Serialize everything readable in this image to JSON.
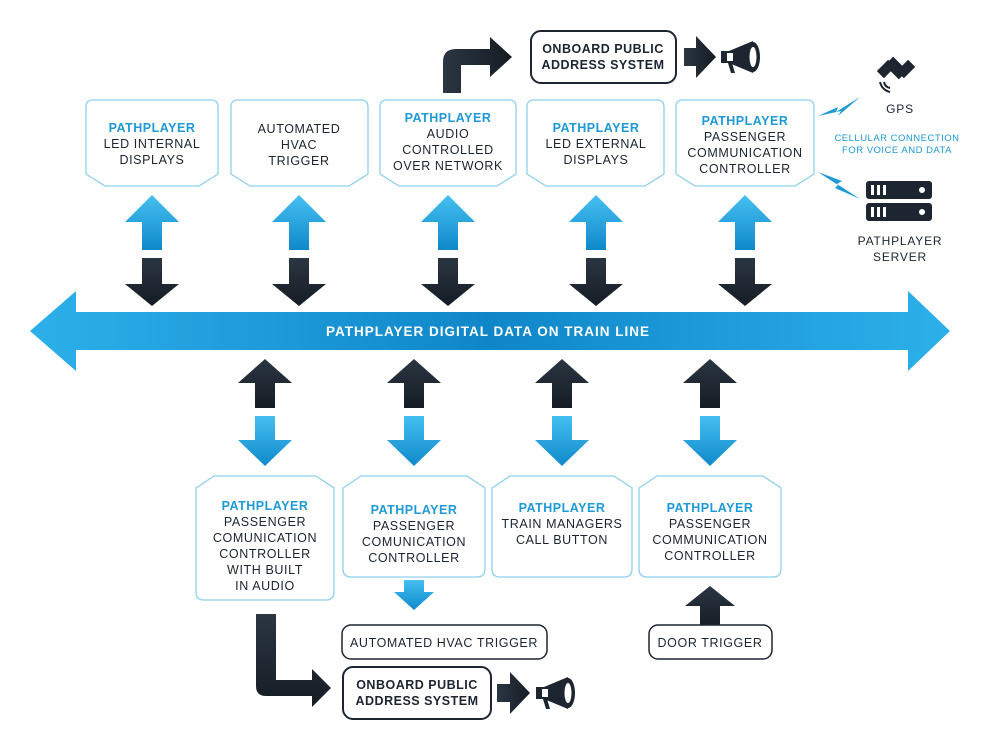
{
  "bus": {
    "label": "PATHPLAYER DIGITAL DATA ON TRAIN LINE"
  },
  "top_boxes": [
    {
      "brand": "PATHPLAYER",
      "lines": [
        "LED INTERNAL",
        "DISPLAYS"
      ]
    },
    {
      "brand": "",
      "lines": [
        "AUTOMATED",
        "HVAC",
        "TRIGGER"
      ]
    },
    {
      "brand": "PATHPLAYER",
      "lines": [
        "AUDIO",
        "CONTROLLED",
        "OVER NETWORK"
      ]
    },
    {
      "brand": "PATHPLAYER",
      "lines": [
        "LED EXTERNAL",
        "DISPLAYS"
      ]
    },
    {
      "brand": "PATHPLAYER",
      "lines": [
        "PASSENGER",
        "COMMUNICATION",
        "CONTROLLER"
      ]
    }
  ],
  "bottom_boxes": [
    {
      "brand": "PATHPLAYER",
      "lines": [
        "PASSENGER",
        "COMUNICATION",
        "CONTROLLER",
        "WITH BUILT",
        "IN AUDIO"
      ]
    },
    {
      "brand": "PATHPLAYER",
      "lines": [
        "PASSENGER",
        "COMUNICATION",
        "CONTROLLER"
      ]
    },
    {
      "brand": "PATHPLAYER",
      "lines": [
        "TRAIN MANAGERS",
        "CALL BUTTON"
      ]
    },
    {
      "brand": "PATHPLAYER",
      "lines": [
        "PASSENGER",
        "COMMUNICATION",
        "CONTROLLER"
      ]
    }
  ],
  "top_pa": {
    "lines": [
      "ONBOARD PUBLIC",
      "ADDRESS SYSTEM"
    ]
  },
  "bottom_pa": {
    "lines": [
      "ONBOARD PUBLIC",
      "ADDRESS SYSTEM"
    ]
  },
  "hvac_trigger": {
    "label": "AUTOMATED HVAC TRIGGER"
  },
  "door_trigger": {
    "label": "DOOR TRIGGER"
  },
  "gps": {
    "label": "GPS"
  },
  "cellular": {
    "lines": [
      "CELLULAR CONNECTION",
      "FOR VOICE AND DATA"
    ]
  },
  "server": {
    "lines": [
      "PATHPLAYER",
      "SERVER"
    ]
  },
  "colors": {
    "blue": "#1e9ad6",
    "dark": "#1c2530",
    "box_border": "#8fd0ee"
  },
  "icons": {
    "speaker": "megaphone-icon",
    "satellite": "satellite-icon",
    "server": "server-icon",
    "signal": "lightning-signal-icon"
  }
}
